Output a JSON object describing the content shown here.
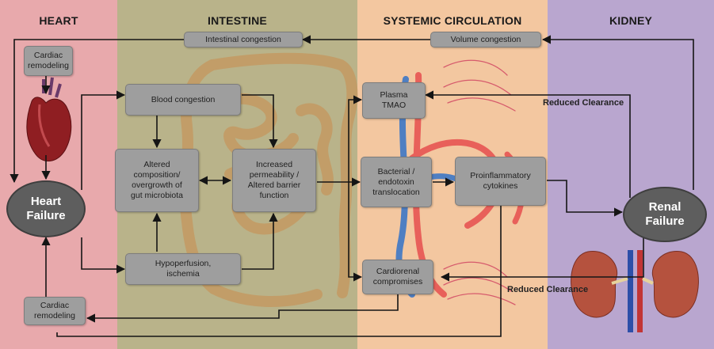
{
  "columns": {
    "heart": "HEART",
    "intestine": "INTESTINE",
    "systemic": "SYSTEMIC CIRCULATION",
    "kidney": "KIDNEY"
  },
  "nodes": {
    "intestinal_congestion": "Intestinal congestion",
    "volume_congestion": "Volume congestion",
    "cardiac_remodeling_top": "Cardiac\nremodeling",
    "blood_congestion": "Blood congestion",
    "altered_composition": "Altered\ncomposition/\novergrowth of\ngut microbiota",
    "increased_permeability": "Increased\npermeability /\nAltered barrier\nfunction",
    "hypoperfusion": "Hypoperfusion,\nischemia",
    "plasma_tmao": "Plasma\nTMAO",
    "bacterial_translocation": "Bacterial /\nendotoxin\ntranslocation",
    "proinflammatory_cytokines": "Proinflammatory\ncytokines",
    "cardiorenal_compromises": "Cardiorenal\ncompromises",
    "cardiac_remodeling_bottom": "Cardiac\nremodeling",
    "heart_failure": "Heart\nFailure",
    "renal_failure": "Renal\nFailure"
  },
  "labels": {
    "reduced_clearance_top": "Reduced Clearance",
    "reduced_clearance_bottom": "Reduced Clearance"
  },
  "colors": {
    "heart_bg": "#e8a9ac",
    "intestine_bg": "#b9b38a",
    "systemic_bg": "#f3c7a0",
    "kidney_bg": "#b9a6cf",
    "box": "#9e9e9e",
    "oval": "#5e5e5e",
    "arrow": "#151515"
  }
}
